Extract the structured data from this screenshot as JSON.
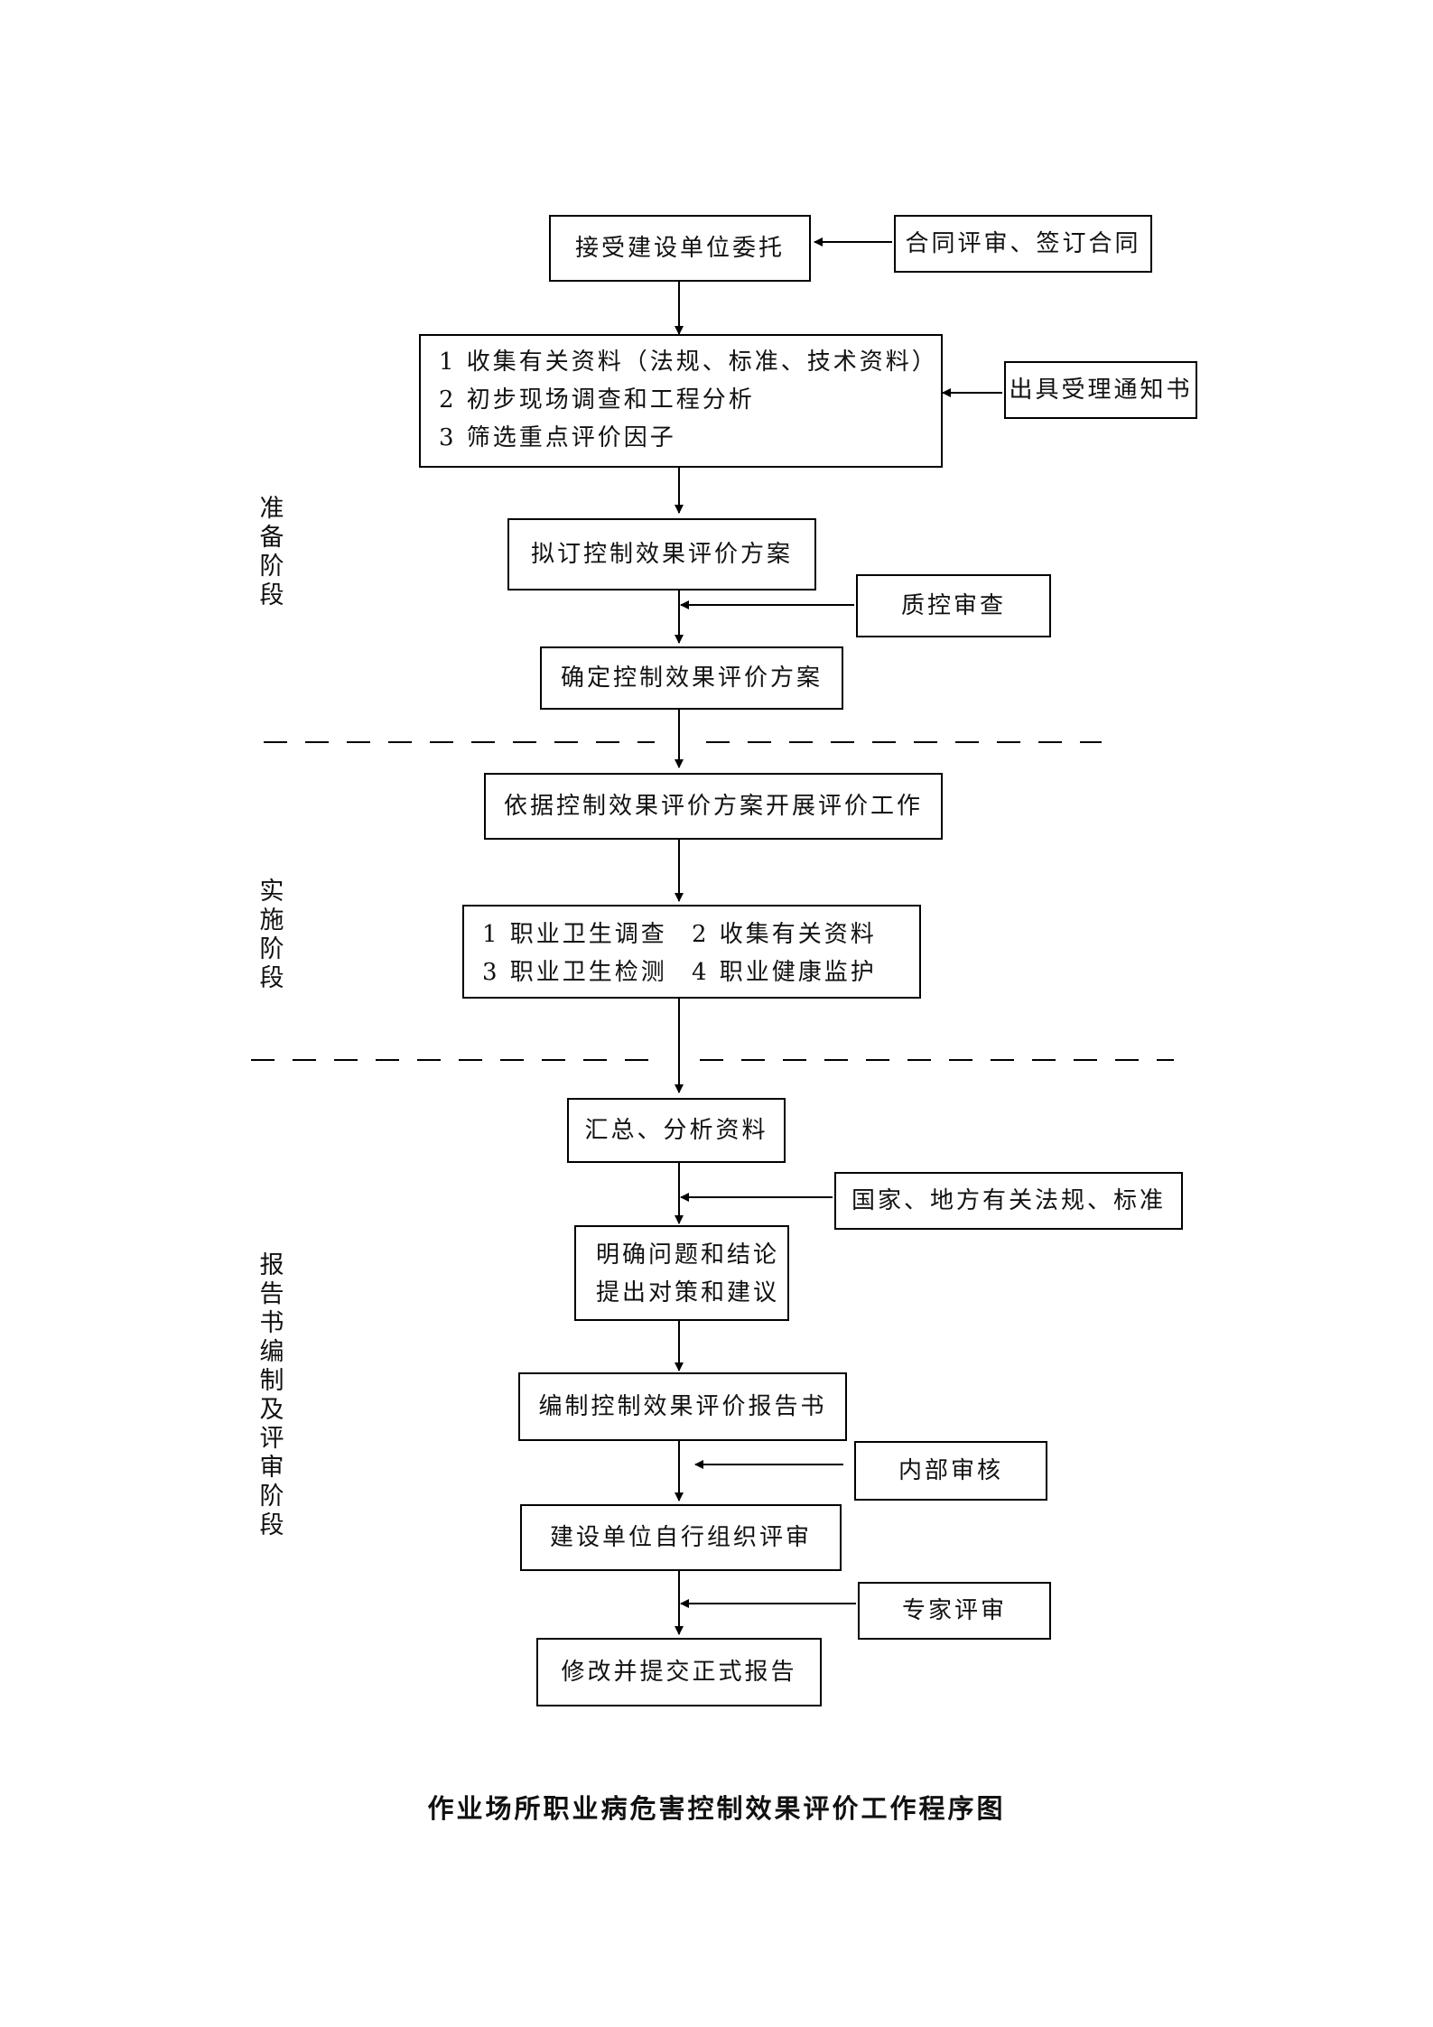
{
  "boxes": {
    "accept": "接受建设单位委托",
    "contract": "合同评审、签订合同",
    "collect": [
      "1 收集有关资料（法规、标准、技术资料）",
      "2 初步现场调查和工程分析",
      "3 筛选重点评价因子"
    ],
    "notice": "出具受理通知书",
    "draft_plan": "拟订控制效果评价方案",
    "quality_review": "质控审查",
    "confirm_plan": "确定控制效果评价方案",
    "carry_out": "依据控制效果评价方案开展评价工作",
    "tasks": [
      "1 职业卫生调查",
      "2 收集有关资料",
      "3 职业卫生检测",
      "4 职业健康监护"
    ],
    "summarize": "汇总、分析资料",
    "regulations": "国家、地方有关法规、标准",
    "conclusion": [
      "明确问题和结论",
      "提出对策和建议"
    ],
    "compile_report": "编制控制效果评价报告书",
    "internal_audit": "内部审核",
    "org_review": "建设单位自行组织评审",
    "expert_review": "专家评审",
    "final_report": "修改并提交正式报告"
  },
  "stages": {
    "prepare": "准备阶段",
    "implement": "实施阶段",
    "report": "报告书编制及评审阶段"
  },
  "caption": "作业场所职业病危害控制效果评价工作程序图"
}
